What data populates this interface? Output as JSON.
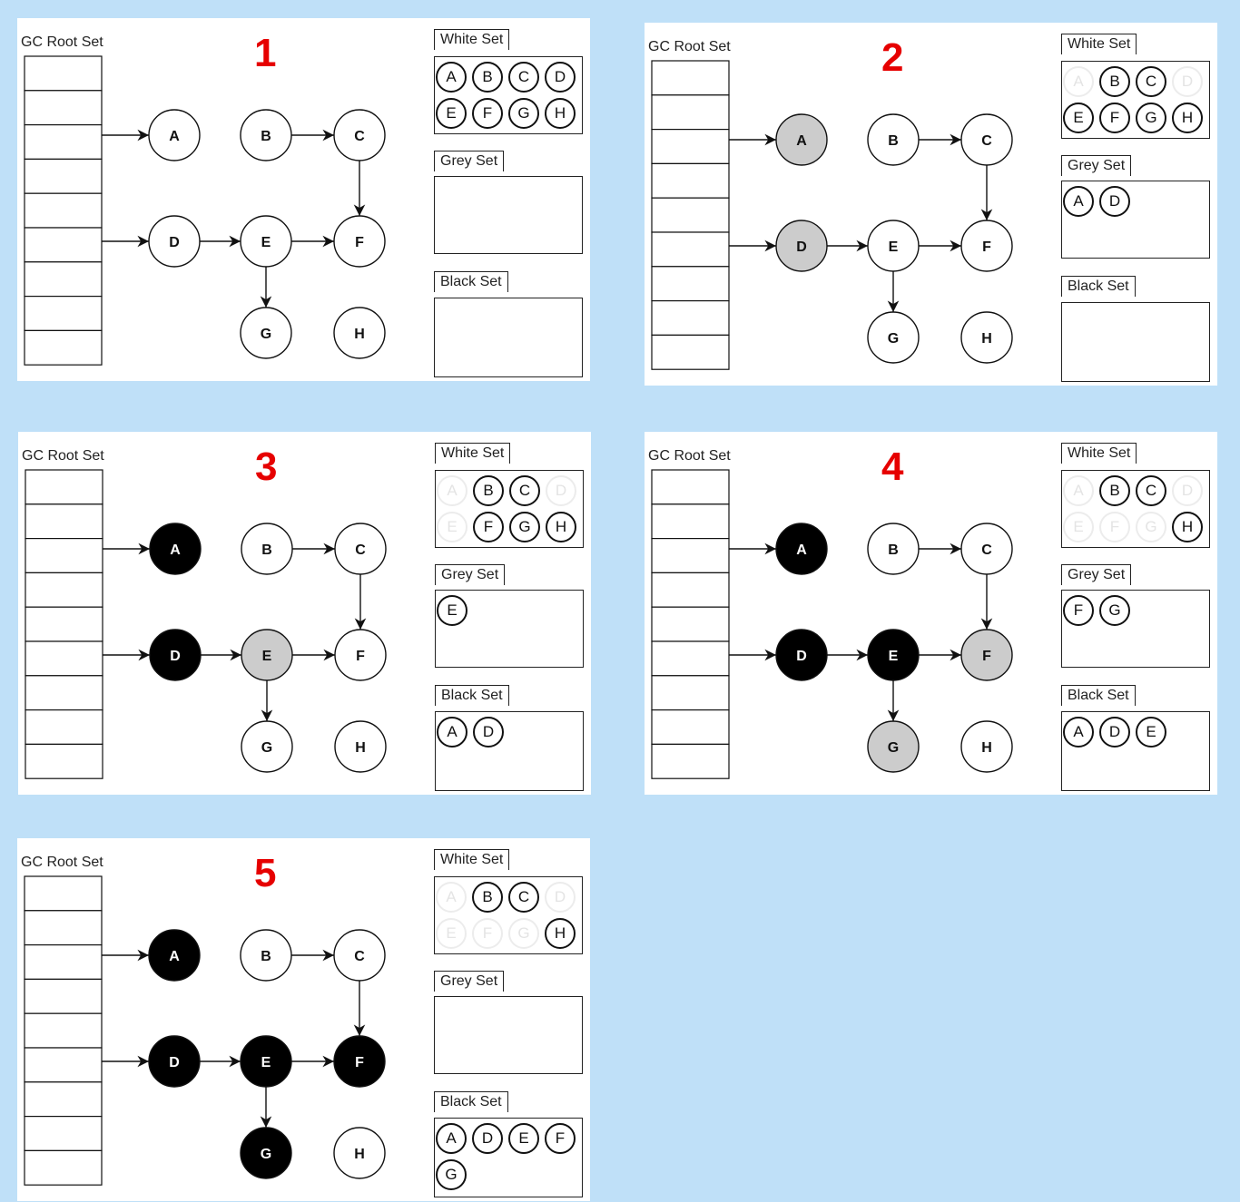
{
  "labels": {
    "root": "GC Root Set",
    "white": "White Set",
    "grey": "Grey Set",
    "black": "Black Set"
  },
  "colors": {
    "background": "#bfe0f8",
    "number": "#e60000",
    "grey_node": "#cccccc",
    "black_node": "#000000",
    "white_node": "#ffffff"
  },
  "edges": [
    [
      "A",
      "?"
    ]
  ],
  "graph": {
    "root_edges": [
      "A",
      "D"
    ],
    "edges": [
      [
        "B",
        "C"
      ],
      [
        "C",
        "F"
      ],
      [
        "D",
        "E"
      ],
      [
        "E",
        "F"
      ],
      [
        "E",
        "G"
      ]
    ]
  },
  "panels": [
    {
      "number": "1",
      "node_state": {
        "A": "white",
        "B": "white",
        "C": "white",
        "D": "white",
        "E": "white",
        "F": "white",
        "G": "white",
        "H": "white"
      },
      "white_set": [
        [
          "A",
          false
        ],
        [
          "B",
          false
        ],
        [
          "C",
          false
        ],
        [
          "D",
          false
        ],
        [
          "E",
          false
        ],
        [
          "F",
          false
        ],
        [
          "G",
          false
        ],
        [
          "H",
          false
        ]
      ],
      "grey_set": [],
      "black_set": []
    },
    {
      "number": "2",
      "node_state": {
        "A": "grey",
        "B": "white",
        "C": "white",
        "D": "grey",
        "E": "white",
        "F": "white",
        "G": "white",
        "H": "white"
      },
      "white_set": [
        [
          "A",
          true
        ],
        [
          "B",
          false
        ],
        [
          "C",
          false
        ],
        [
          "D",
          true
        ],
        [
          "E",
          false
        ],
        [
          "F",
          false
        ],
        [
          "G",
          false
        ],
        [
          "H",
          false
        ]
      ],
      "grey_set": [
        "A",
        "D"
      ],
      "black_set": []
    },
    {
      "number": "3",
      "node_state": {
        "A": "black",
        "B": "white",
        "C": "white",
        "D": "black",
        "E": "grey",
        "F": "white",
        "G": "white",
        "H": "white"
      },
      "white_set": [
        [
          "A",
          true
        ],
        [
          "B",
          false
        ],
        [
          "C",
          false
        ],
        [
          "D",
          true
        ],
        [
          "E",
          true
        ],
        [
          "F",
          false
        ],
        [
          "G",
          false
        ],
        [
          "H",
          false
        ]
      ],
      "grey_set": [
        "E"
      ],
      "black_set": [
        "A",
        "D"
      ]
    },
    {
      "number": "4",
      "node_state": {
        "A": "black",
        "B": "white",
        "C": "white",
        "D": "black",
        "E": "black",
        "F": "grey",
        "G": "grey",
        "H": "white"
      },
      "white_set": [
        [
          "A",
          true
        ],
        [
          "B",
          false
        ],
        [
          "C",
          false
        ],
        [
          "D",
          true
        ],
        [
          "E",
          true
        ],
        [
          "F",
          true
        ],
        [
          "G",
          true
        ],
        [
          "H",
          false
        ]
      ],
      "grey_set": [
        "F",
        "G"
      ],
      "black_set": [
        "A",
        "D",
        "E"
      ]
    },
    {
      "number": "5",
      "node_state": {
        "A": "black",
        "B": "white",
        "C": "white",
        "D": "black",
        "E": "black",
        "F": "black",
        "G": "black",
        "H": "white"
      },
      "white_set": [
        [
          "A",
          true
        ],
        [
          "B",
          false
        ],
        [
          "C",
          false
        ],
        [
          "D",
          true
        ],
        [
          "E",
          true
        ],
        [
          "F",
          true
        ],
        [
          "G",
          true
        ],
        [
          "H",
          false
        ]
      ],
      "grey_set": [],
      "black_set": [
        "A",
        "D",
        "E",
        "F",
        "G"
      ]
    }
  ]
}
